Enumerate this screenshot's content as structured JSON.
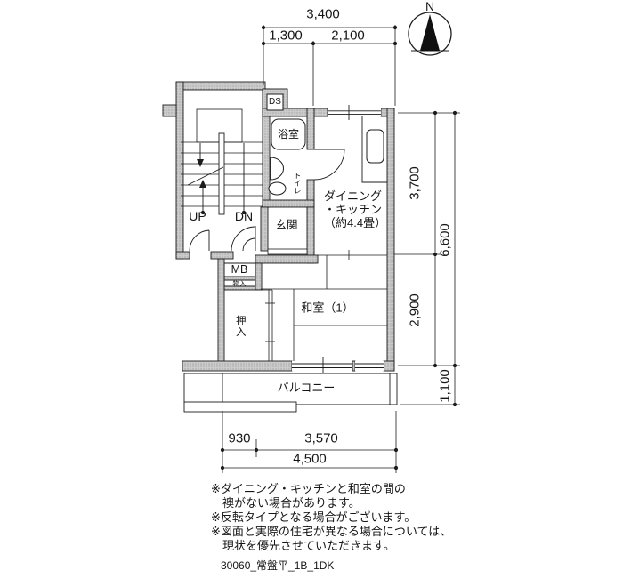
{
  "compass": {
    "north_label": "N"
  },
  "stairs": {
    "up_label": "UP",
    "down_label": "DN"
  },
  "rooms": {
    "duct": "DS",
    "bathroom": "浴室",
    "toilet": "トイレ",
    "entrance": "玄関",
    "dining_kitchen_line1": "ダイニング",
    "dining_kitchen_line2": "・キッチン",
    "dining_kitchen_line3": "（約4.4畳）",
    "meter_box": "MB",
    "small_storage": "物入",
    "closet": "押入",
    "japanese_room": "和室（1）",
    "balcony": "バルコニー"
  },
  "dimensions": {
    "top_total": "3,400",
    "top_left": "1,300",
    "top_right": "2,100",
    "right_upper": "3,700",
    "right_total": "6,600",
    "right_lower": "2,900",
    "right_balcony": "1,100",
    "bottom_left": "930",
    "bottom_mid": "3,570",
    "bottom_total": "4,500"
  },
  "notes": {
    "line1": "※ダイニング・キッチンと和室の間の",
    "line2": "襖がない場合があります。",
    "line3": "※反転タイプとなる場合がございます。",
    "line4": "※図面と実際の住宅が異なる場合については、",
    "line5": "現状を優先させていただきます。"
  },
  "footer": {
    "drawing_id": "30060_常盤平_1B_1DK"
  },
  "colors": {
    "wall_fill": "#cbcbcb",
    "wall_dot": "#808080",
    "line": "#1c1c1c",
    "background": "#ffffff"
  }
}
